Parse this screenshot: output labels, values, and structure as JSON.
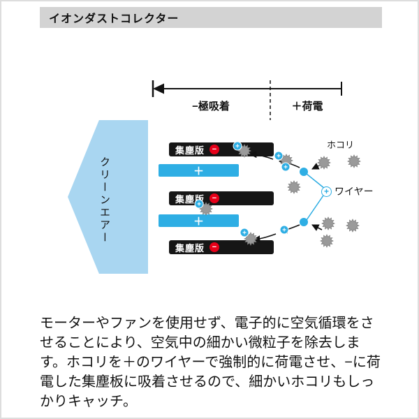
{
  "header": {
    "title": "イオンダストコレクター"
  },
  "diagram": {
    "zone_left": "−極吸着",
    "zone_right": "＋荷電",
    "clean_air_label": "クリーンエアー",
    "dust_label": "ホコリ",
    "wire_label": "ワイヤー",
    "wire_charge": "+",
    "particle_charge": "+",
    "plates": [
      {
        "label": "集塵版",
        "charge": "−"
      },
      {
        "label": "集塵版",
        "charge": "−"
      },
      {
        "label": "集塵版",
        "charge": "−"
      }
    ],
    "charge_bars": [
      {
        "label": "＋"
      },
      {
        "label": "＋"
      }
    ],
    "colors": {
      "clean_air": "#a9d6f1",
      "charge_bar": "#2eaee4",
      "plate": "#161616",
      "minus_badge": "#e60019",
      "dust": "#9a9a9a",
      "wire": "#29abe2"
    }
  },
  "description": {
    "text": "モーターやファンを使用せず、電子的に空気循環をさせることにより、空気中の細かい微粒子を除去します。ホコリを＋のワイヤーで強制的に荷電させ、−に荷電した集塵板に吸着させるので、細かいホコリもしっかりキャッチ。"
  }
}
